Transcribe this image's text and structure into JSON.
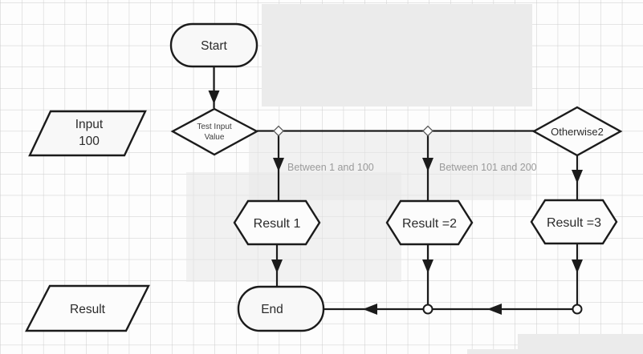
{
  "canvas": {
    "background_color": "#ffffff",
    "grid_color": "#cccccc",
    "line_color": "#1b1b1b",
    "shape_fill_color": "#f8f8f8",
    "node_text_color": "#2b2b2b",
    "edge_label_color": "#9a9a9a",
    "blur_overlay_color": "#ebebeb"
  },
  "nodes": {
    "start": {
      "type": "terminator",
      "label": "Start"
    },
    "input": {
      "type": "data",
      "line1": "Input",
      "line2": "100"
    },
    "decision": {
      "type": "decision",
      "line1": "Test Input",
      "line2": "Value"
    },
    "otherwise": {
      "type": "decision",
      "label": "Otherwise2"
    },
    "result1": {
      "type": "process",
      "label": "Result 1"
    },
    "result2": {
      "type": "process",
      "label": "Result =2"
    },
    "result3": {
      "type": "process",
      "label": "Result =3"
    },
    "end": {
      "type": "terminator",
      "label": "End"
    },
    "result_out": {
      "type": "data",
      "label": "Result"
    }
  },
  "edge_labels": {
    "branch1": "Between 1 and 100",
    "branch2": "Between 101 and 200"
  }
}
